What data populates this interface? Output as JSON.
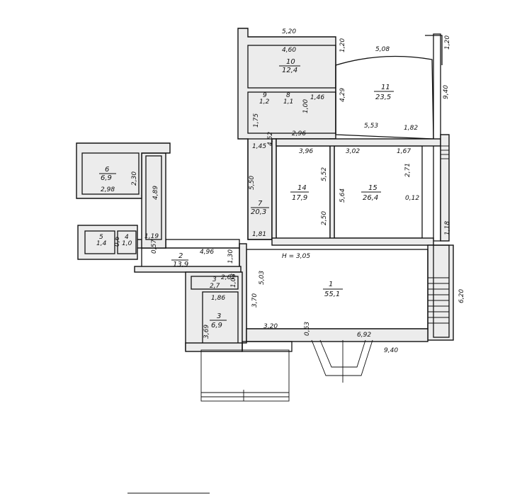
{
  "rooms": [
    {
      "num": "1",
      "area": "55,1"
    },
    {
      "num": "2",
      "area": "13,9"
    },
    {
      "num": "3",
      "area": "2,7"
    },
    {
      "num": "3",
      "area": "6,9"
    },
    {
      "num": "4",
      "area": "1,0"
    },
    {
      "num": "5",
      "area": "1,4"
    },
    {
      "num": "6",
      "area": "6,9"
    },
    {
      "num": "7",
      "area": "20,3"
    },
    {
      "num": "8",
      "area": "1,1"
    },
    {
      "num": "9",
      "area": "1,2"
    },
    {
      "num": "10",
      "area": "12,4"
    },
    {
      "num": "11",
      "area": "23,5"
    },
    {
      "num": "14",
      "area": "17,9"
    },
    {
      "num": "15",
      "area": "26,4"
    }
  ],
  "dims": [
    "5,20",
    "4,60",
    "1,20",
    "5,08",
    "1,20",
    "1,46",
    "1,00",
    "4,29",
    "9,40",
    "1,75",
    "2,96",
    "5,53",
    "1,82",
    "1,45",
    "4,52",
    "3,96",
    "3,02",
    "1,67",
    "2,30",
    "2,98",
    "4,89",
    "5,50",
    "5,52",
    "5,64",
    "2,71",
    "0,12",
    "2,50",
    "1,81",
    "1,18",
    "1,19",
    "0,57",
    "4,96",
    "1,30",
    "H = 3,05",
    "2,61",
    "1,03",
    "5,03",
    "1,86",
    "3,70",
    "6,20",
    "3,20",
    "0,53",
    "6,92",
    "3,69",
    "9,40",
    "0,6"
  ]
}
